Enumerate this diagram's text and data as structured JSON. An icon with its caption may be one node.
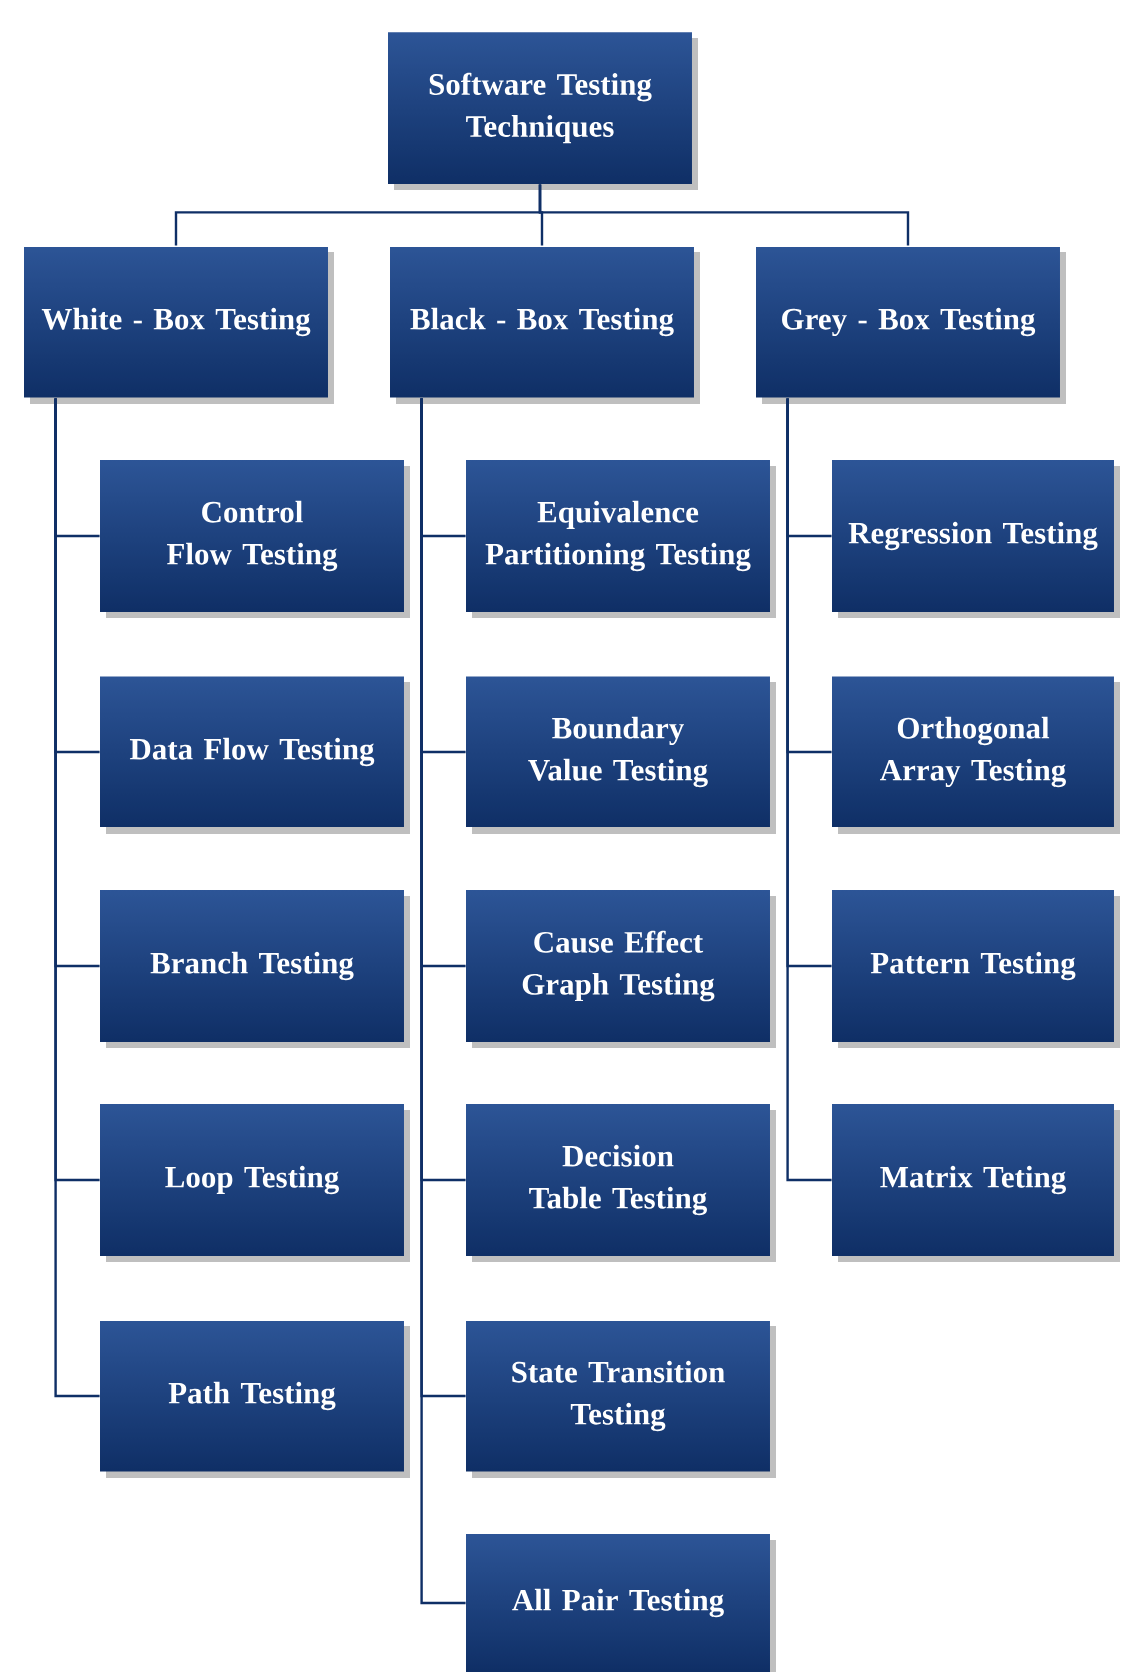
{
  "diagram": {
    "nodes": [
      {
        "text": [
          "Software Testing Techniques"
        ]
      },
      {
        "text": [
          "White - Box Testing"
        ]
      },
      {
        "text": [
          "Black - Box Testing"
        ]
      },
      {
        "text": [
          "Grey - Box Testing"
        ]
      },
      {
        "text": [
          "Control Flow Testing"
        ]
      },
      {
        "text": [
          "Data Flow Testing"
        ]
      },
      {
        "text": [
          "Branch Testing"
        ]
      },
      {
        "text": [
          "Loop Testing"
        ]
      },
      {
        "text": [
          "Path Testing"
        ]
      },
      {
        "text": [
          "Equivalence Partitioning Testing"
        ]
      },
      {
        "text": [
          "Boundary Value Testing"
        ]
      },
      {
        "text": [
          "Cause Effect Graph Testing"
        ]
      },
      {
        "text": [
          "Decision Table Testing"
        ]
      },
      {
        "text": [
          "State Transition Testing"
        ]
      },
      {
        "text": [
          "All Pair Testing"
        ]
      },
      {
        "text": [
          "Regression Testing"
        ]
      },
      {
        "text": [
          "Orthogonal Array Testing"
        ]
      },
      {
        "text": [
          "Pattern Testing"
        ]
      },
      {
        "text": [
          "Matrix Teting"
        ]
      }
    ],
    "edges": [
      {
        "from": 0,
        "to": 1,
        "arrow": "none"
      },
      {
        "from": 0,
        "to": 2,
        "arrow": "none"
      },
      {
        "from": 0,
        "to": 3,
        "arrow": "none"
      },
      {
        "from": 1,
        "to": 4,
        "arrow": "none"
      },
      {
        "from": 1,
        "to": 5,
        "arrow": "none"
      },
      {
        "from": 1,
        "to": 6,
        "arrow": "none"
      },
      {
        "from": 1,
        "to": 7,
        "arrow": "none"
      },
      {
        "from": 1,
        "to": 8,
        "arrow": "none"
      },
      {
        "from": 2,
        "to": 9,
        "arrow": "none"
      },
      {
        "from": 2,
        "to": 10,
        "arrow": "none"
      },
      {
        "from": 2,
        "to": 11,
        "arrow": "none"
      },
      {
        "from": 2,
        "to": 12,
        "arrow": "none"
      },
      {
        "from": 2,
        "to": 13,
        "arrow": "none"
      },
      {
        "from": 2,
        "to": 14,
        "arrow": "none"
      },
      {
        "from": 3,
        "to": 15,
        "arrow": "none"
      },
      {
        "from": 3,
        "to": 16,
        "arrow": "none"
      },
      {
        "from": 3,
        "to": 17,
        "arrow": "none"
      },
      {
        "from": 3,
        "to": 18,
        "arrow": "none"
      }
    ]
  }
}
